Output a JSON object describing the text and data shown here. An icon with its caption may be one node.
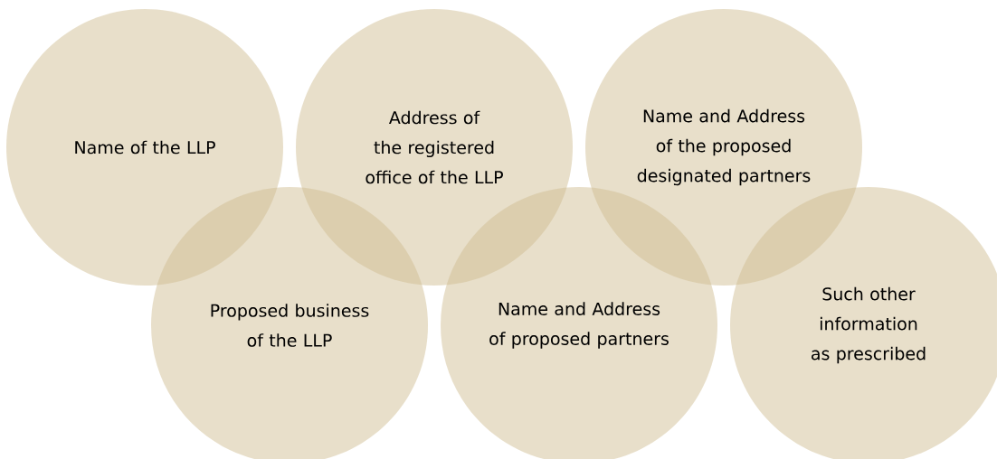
{
  "diagram": {
    "nodes": [
      {
        "text": [
          "Name of the LLP"
        ]
      },
      {
        "text": [
          "Address of the registered office of the LLP"
        ]
      },
      {
        "text": [
          "Name and Address of the proposed designated partners"
        ]
      },
      {
        "text": [
          "Proposed business of the LLP"
        ]
      },
      {
        "text": [
          "Name and Address of proposed partners"
        ]
      },
      {
        "text": [
          "Such other information as prescribed"
        ]
      }
    ]
  }
}
